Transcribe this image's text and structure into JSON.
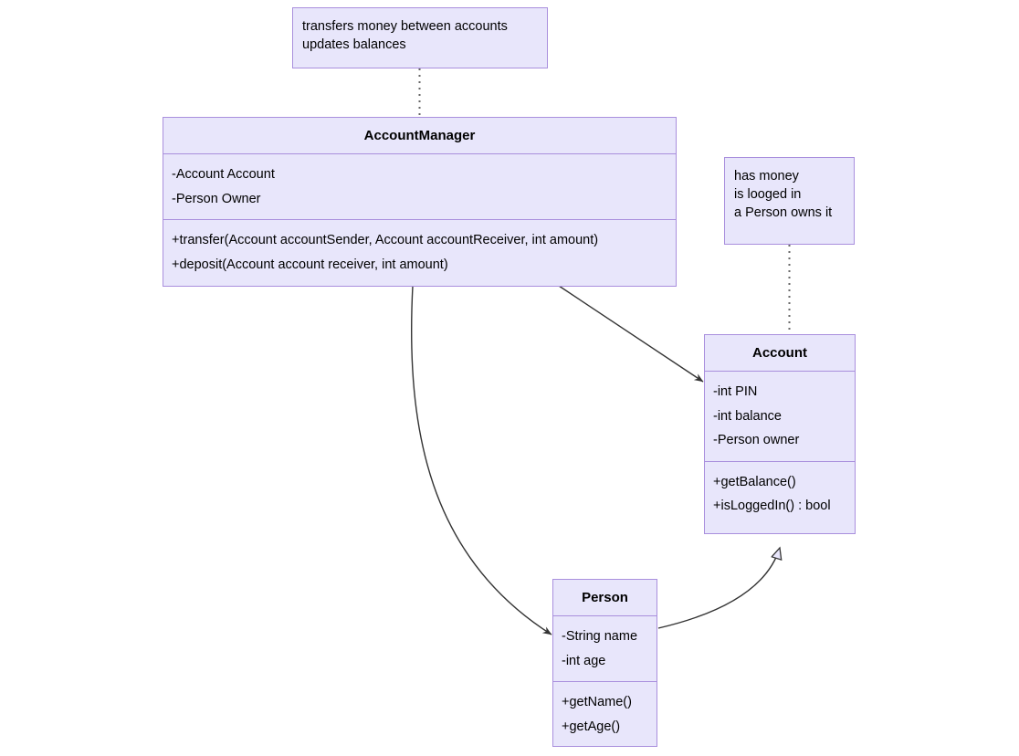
{
  "diagram": {
    "kind": "uml-class-diagram",
    "background_color": "#ffffff",
    "box_fill_color": "#e8e6fb",
    "box_border_color": "#a98fdd",
    "line_color": "#333333",
    "text_color": "#000000"
  },
  "notes": [
    {
      "id": "note-account-manager",
      "lines": [
        "transfers money between accounts",
        "updates balances"
      ]
    },
    {
      "id": "note-account",
      "lines": [
        "has money",
        "is looged in",
        "a Person owns it"
      ]
    }
  ],
  "classes": [
    {
      "id": "account-manager",
      "name": "AccountManager",
      "attributes": [
        "-Account Account",
        "-Person Owner"
      ],
      "methods": [
        "+transfer(Account accountSender, Account accountReceiver, int amount)",
        "+deposit(Account account receiver, int amount)"
      ]
    },
    {
      "id": "account",
      "name": "Account",
      "attributes": [
        "-int PIN",
        "-int balance",
        "-Person owner"
      ],
      "methods": [
        "+getBalance()",
        "+isLoggedIn() : bool"
      ]
    },
    {
      "id": "person",
      "name": "Person",
      "attributes": [
        "-String name",
        "-int age"
      ],
      "methods": [
        "+getName()",
        "+getAge()"
      ]
    }
  ],
  "edges": [
    {
      "id": "note-link-account-manager",
      "type": "note-anchor",
      "style": "dotted",
      "from": "note-account-manager",
      "to": "account-manager"
    },
    {
      "id": "note-link-account",
      "type": "note-anchor",
      "style": "dotted",
      "from": "note-account",
      "to": "account"
    },
    {
      "id": "account-manager-to-account",
      "type": "association",
      "style": "solid",
      "arrowhead": "open-arrow",
      "from": "account-manager",
      "to": "account"
    },
    {
      "id": "account-manager-to-person",
      "type": "association",
      "style": "solid-curved",
      "arrowhead": "open-arrow",
      "from": "account-manager",
      "to": "person"
    },
    {
      "id": "person-to-account",
      "type": "generalization",
      "style": "solid-curved",
      "arrowhead": "hollow-triangle",
      "from": "person",
      "to": "account"
    }
  ]
}
